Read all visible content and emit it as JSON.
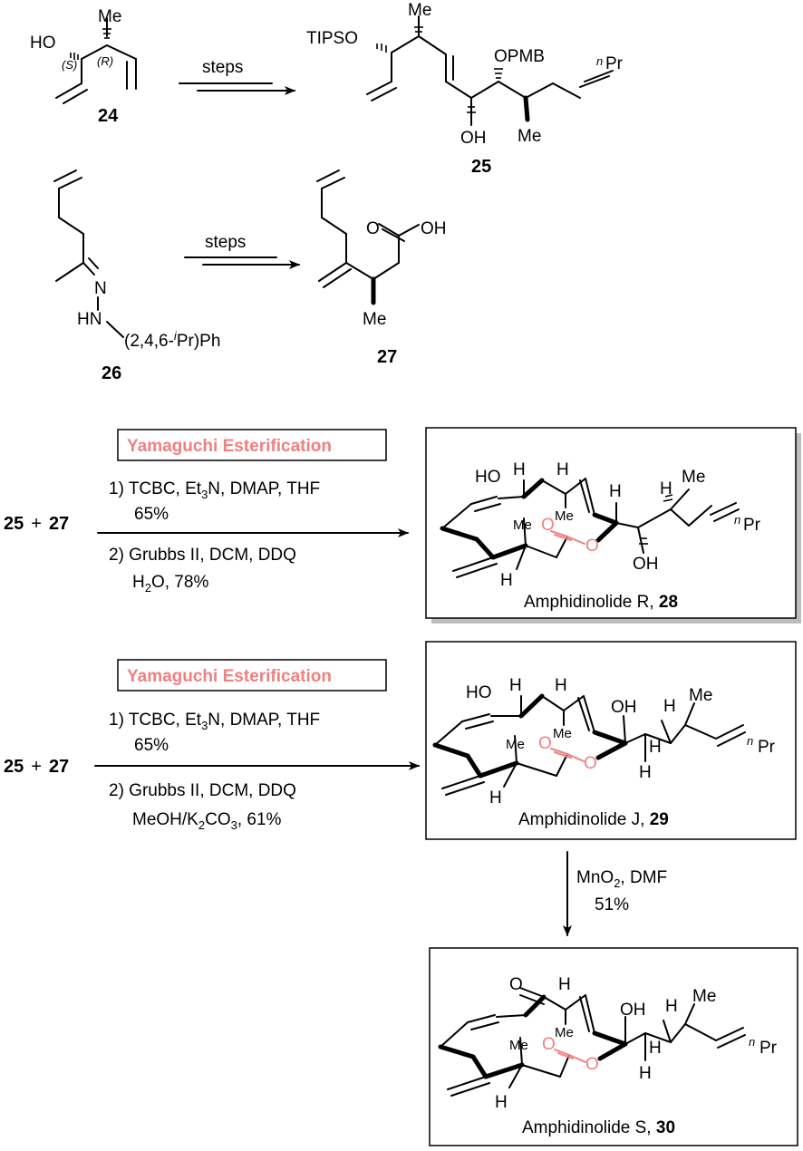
{
  "compounds": {
    "c24": {
      "number": "24",
      "labels": {
        "ho": "HO",
        "me": "Me",
        "s": "(S)",
        "r": "(R)"
      }
    },
    "c25": {
      "number": "25",
      "labels": {
        "tipso": "TIPSO",
        "me_top": "Me",
        "opmb": "OPMB",
        "oh": "OH",
        "me_bot": "Me",
        "npr_n": "n",
        "npr": "Pr"
      }
    },
    "c26": {
      "number": "26",
      "labels": {
        "n": "N",
        "hn": "HN",
        "sub": "(2,4,6-",
        "sub_i": "i",
        "sub_end": "Pr)Ph"
      }
    },
    "c27": {
      "number": "27",
      "labels": {
        "o": "O",
        "oh": "OH",
        "me": "Me"
      }
    }
  },
  "arrows": {
    "a1": {
      "label": "steps"
    },
    "a2": {
      "label": "steps"
    }
  },
  "reaction1": {
    "reactants": {
      "r1": "25",
      "plus": "+",
      "r2": "27"
    },
    "highlight": "Yamaguchi Esterification",
    "step1": "1) TCBC, Et",
    "step1_sub": "3",
    "step1_end": "N, DMAP,  THF",
    "yield1": "65%",
    "step2": "2) Grubbs II, DCM, DDQ",
    "step2b_pre": "H",
    "step2b_sub": "2",
    "step2b_end": "O, 78%"
  },
  "reaction2": {
    "reactants": {
      "r1": "25",
      "plus": "+",
      "r2": "27"
    },
    "highlight": "Yamaguchi Esterification",
    "step1": "1) TCBC, Et",
    "step1_sub": "3",
    "step1_end": "N, DMAP,  THF",
    "yield1": "65%",
    "step2": "2) Grubbs II, DCM, DDQ",
    "step2b_pre": "MeOH/K",
    "step2b_sub": "2",
    "step2b_mid": "CO",
    "step2b_sub2": "3",
    "step2b_end": ", 61%"
  },
  "reaction3": {
    "reagent_pre": "MnO",
    "reagent_sub": "2",
    "reagent_end": ", DMF",
    "yield": "51%"
  },
  "products": {
    "p28": {
      "name": "Amphidinolide R, ",
      "number": "28",
      "labels": {
        "h1": "H",
        "ho": "HO",
        "h2": "H",
        "me1": "Me",
        "h3": "H",
        "h4": "H",
        "me2": "Me",
        "o1": "O",
        "o2": "O",
        "oh": "OH",
        "me3": "Me",
        "h5": "H",
        "n": "n",
        "pr": "Pr"
      }
    },
    "p29": {
      "name": "Amphidinolide J, ",
      "number": "29",
      "labels": {
        "h1": "H",
        "ho": "HO",
        "h2": "H",
        "oh": "OH",
        "h3": "H",
        "me1": "Me",
        "me2": "Me",
        "o1": "O",
        "o2": "O",
        "me3": "Me",
        "h4": "H",
        "h5": "H",
        "n": "n",
        "pr": "Pr"
      }
    },
    "p30": {
      "name": "Amphidinolide S, ",
      "number": "30",
      "labels": {
        "ok": "O",
        "h1": "H",
        "oh": "OH",
        "h2": "H",
        "me1": "Me",
        "me2": "Me",
        "o1": "O",
        "o2": "O",
        "me3": "Me",
        "h3": "H",
        "h4": "H",
        "n": "n",
        "pr": "Pr"
      }
    }
  }
}
